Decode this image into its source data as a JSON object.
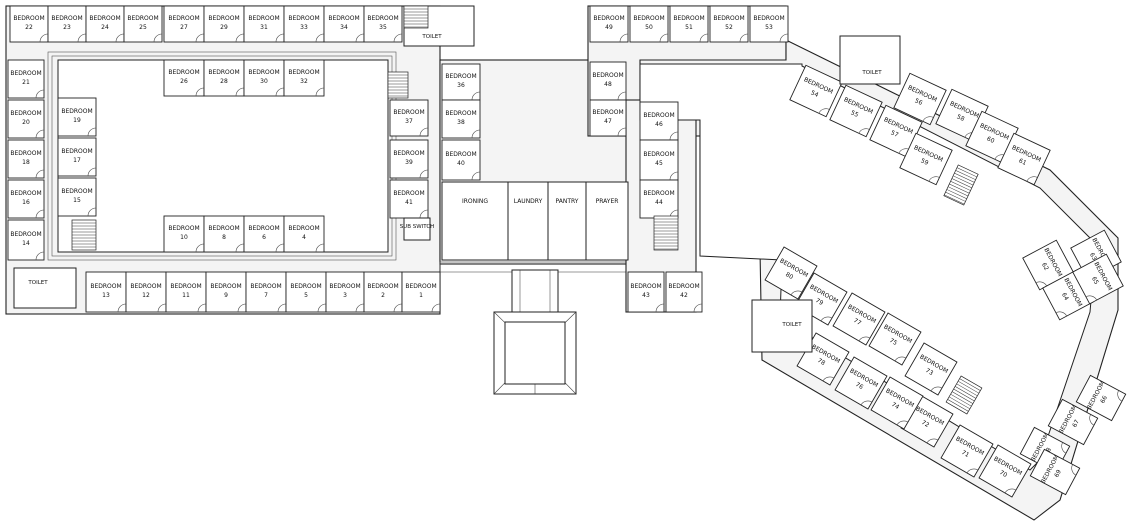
{
  "rooms": [
    {
      "label": "BEDROOM",
      "num": "22"
    },
    {
      "label": "BEDROOM",
      "num": "23"
    },
    {
      "label": "BEDROOM",
      "num": "24"
    },
    {
      "label": "BEDROOM",
      "num": "25"
    },
    {
      "label": "BEDROOM",
      "num": "27"
    },
    {
      "label": "BEDROOM",
      "num": "29"
    },
    {
      "label": "BEDROOM",
      "num": "31"
    },
    {
      "label": "BEDROOM",
      "num": "33"
    },
    {
      "label": "BEDROOM",
      "num": "34"
    },
    {
      "label": "BEDROOM",
      "num": "35"
    },
    {
      "label": "BEDROOM",
      "num": "21"
    },
    {
      "label": "BEDROOM",
      "num": "20"
    },
    {
      "label": "BEDROOM",
      "num": "18"
    },
    {
      "label": "BEDROOM",
      "num": "16"
    },
    {
      "label": "BEDROOM",
      "num": "14"
    },
    {
      "label": "BEDROOM",
      "num": "19"
    },
    {
      "label": "BEDROOM",
      "num": "17"
    },
    {
      "label": "BEDROOM",
      "num": "15"
    },
    {
      "label": "BEDROOM",
      "num": "26"
    },
    {
      "label": "BEDROOM",
      "num": "28"
    },
    {
      "label": "BEDROOM",
      "num": "30"
    },
    {
      "label": "BEDROOM",
      "num": "32"
    },
    {
      "label": "BEDROOM",
      "num": "10"
    },
    {
      "label": "BEDROOM",
      "num": "8"
    },
    {
      "label": "BEDROOM",
      "num": "6"
    },
    {
      "label": "BEDROOM",
      "num": "4"
    },
    {
      "label": "BEDROOM",
      "num": "13"
    },
    {
      "label": "BEDROOM",
      "num": "12"
    },
    {
      "label": "BEDROOM",
      "num": "11"
    },
    {
      "label": "BEDROOM",
      "num": "9"
    },
    {
      "label": "BEDROOM",
      "num": "7"
    },
    {
      "label": "BEDROOM",
      "num": "5"
    },
    {
      "label": "BEDROOM",
      "num": "3"
    },
    {
      "label": "BEDROOM",
      "num": "2"
    },
    {
      "label": "BEDROOM",
      "num": "1"
    },
    {
      "label": "BEDROOM",
      "num": "36"
    },
    {
      "label": "BEDROOM",
      "num": "37"
    },
    {
      "label": "BEDROOM",
      "num": "38"
    },
    {
      "label": "BEDROOM",
      "num": "39"
    },
    {
      "label": "BEDROOM",
      "num": "40"
    },
    {
      "label": "BEDROOM",
      "num": "41"
    },
    {
      "label": "BEDROOM",
      "num": "49"
    },
    {
      "label": "BEDROOM",
      "num": "50"
    },
    {
      "label": "BEDROOM",
      "num": "51"
    },
    {
      "label": "BEDROOM",
      "num": "52"
    },
    {
      "label": "BEDROOM",
      "num": "53"
    },
    {
      "label": "BEDROOM",
      "num": "48"
    },
    {
      "label": "BEDROOM",
      "num": "47"
    },
    {
      "label": "BEDROOM",
      "num": "46"
    },
    {
      "label": "BEDROOM",
      "num": "45"
    },
    {
      "label": "BEDROOM",
      "num": "44"
    },
    {
      "label": "BEDROOM",
      "num": "43"
    },
    {
      "label": "BEDROOM",
      "num": "42"
    },
    {
      "label": "BEDROOM",
      "num": "54"
    },
    {
      "label": "BEDROOM",
      "num": "55"
    },
    {
      "label": "BEDROOM",
      "num": "56"
    },
    {
      "label": "BEDROOM",
      "num": "57"
    },
    {
      "label": "BEDROOM",
      "num": "58"
    },
    {
      "label": "BEDROOM",
      "num": "59"
    },
    {
      "label": "BEDROOM",
      "num": "60"
    },
    {
      "label": "BEDROOM",
      "num": "61"
    },
    {
      "label": "BEDROOM",
      "num": "62"
    },
    {
      "label": "BEDROOM",
      "num": "63"
    },
    {
      "label": "BEDROOM",
      "num": "64"
    },
    {
      "label": "BEDROOM",
      "num": "65"
    },
    {
      "label": "BEDROOM",
      "num": "66"
    },
    {
      "label": "BEDROOM",
      "num": "67"
    },
    {
      "label": "BEDROOM",
      "num": "68"
    },
    {
      "label": "BEDROOM",
      "num": "69"
    },
    {
      "label": "BEDROOM",
      "num": "70"
    },
    {
      "label": "BEDROOM",
      "num": "71"
    },
    {
      "label": "BEDROOM",
      "num": "72"
    },
    {
      "label": "BEDROOM",
      "num": "73"
    },
    {
      "label": "BEDROOM",
      "num": "74"
    },
    {
      "label": "BEDROOM",
      "num": "75"
    },
    {
      "label": "BEDROOM",
      "num": "76"
    },
    {
      "label": "BEDROOM",
      "num": "77"
    },
    {
      "label": "BEDROOM",
      "num": "78"
    },
    {
      "label": "BEDROOM",
      "num": "79"
    },
    {
      "label": "BEDROOM",
      "num": "80"
    }
  ],
  "services": {
    "ironing": "IRONING",
    "laundry": "LAUNDRY",
    "pantry": "PANTRY",
    "prayer": "PRAYER",
    "sub_switch": "SUB SWITCH",
    "toilet": "TOILET"
  }
}
